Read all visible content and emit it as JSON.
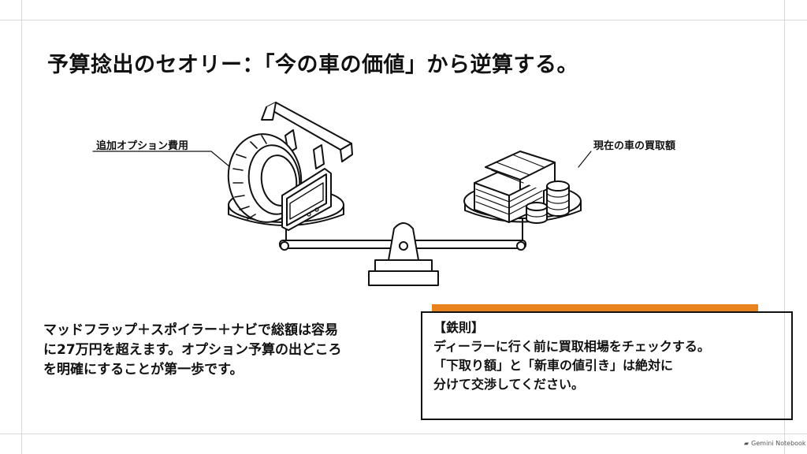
{
  "title": "予算捻出のセオリー：「今の車の価値」から逆算する。",
  "labels": {
    "left": "追加オプション費用",
    "right": "現在の車の買取額"
  },
  "description": {
    "lines": [
      "マッドフラップ＋スポイラー＋ナビで総額は容易",
      "に27万円を超えます。オプション予算の出どころ",
      "を明確にすることが第一歩です。"
    ]
  },
  "rule_box": {
    "heading": "【鉄則】",
    "lines": [
      "ディーラーに行く前に買取相場をチェックする。",
      "「下取り額」と「新車の値引き」は絶対に",
      "分けて交渉してください。"
    ]
  },
  "watermark": {
    "text": "Gemini Notebook",
    "icon": "notebook-icon"
  },
  "colors": {
    "accent": "#E8821E",
    "ink": "#111111",
    "guide": "#D9D9D9"
  },
  "illustration": {
    "type": "balance-scale",
    "left_pan_items": [
      "tire-icon",
      "spoiler-icon",
      "navigation-monitor-icon"
    ],
    "right_pan_items": [
      "cash-stack-icon",
      "coin-stack-icon"
    ]
  }
}
